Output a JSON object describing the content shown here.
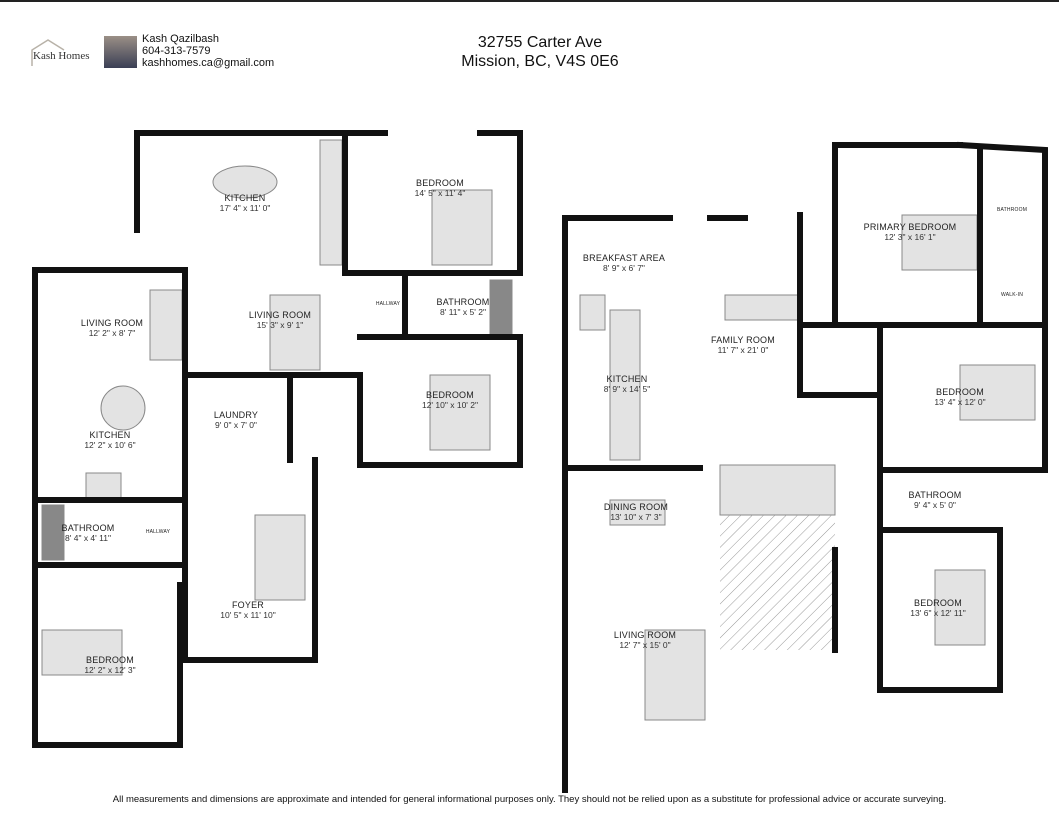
{
  "header": {
    "logo_text": "Kash Homes",
    "agent_name": "Kash Qazilbash",
    "agent_phone": "604-313-7579",
    "agent_email": "kashhomes.ca@gmail.com",
    "address_line1": "32755 Carter Ave",
    "address_line2": "Mission, BC, V4S 0E6"
  },
  "rooms": [
    {
      "name": "KITCHEN",
      "dims": "17' 4\" x 11' 0\""
    },
    {
      "name": "BEDROOM",
      "dims": "14' 5\" x 11' 4\""
    },
    {
      "name": "BATHROOM",
      "dims": "8' 11\" x 5' 2\""
    },
    {
      "name": "HALLWAY",
      "dims": ""
    },
    {
      "name": "LIVING ROOM",
      "dims": "15' 3\" x 9' 1\""
    },
    {
      "name": "LIVING ROOM",
      "dims": "12' 2\" x 8' 7\""
    },
    {
      "name": "KITCHEN",
      "dims": "12' 2\" x 10' 6\""
    },
    {
      "name": "LAUNDRY",
      "dims": "9' 0\" x 7' 0\""
    },
    {
      "name": "BEDROOM",
      "dims": "12' 10\" x 10' 2\""
    },
    {
      "name": "BATHROOM",
      "dims": "8' 4\" x 4' 11\""
    },
    {
      "name": "HALLWAY",
      "dims": ""
    },
    {
      "name": "FOYER",
      "dims": "10' 5\" x 11' 10\""
    },
    {
      "name": "BEDROOM",
      "dims": "12' 2\" x 12' 3\""
    },
    {
      "name": "BREAKFAST AREA",
      "dims": "8' 9\" x 6' 7\""
    },
    {
      "name": "FAMILY ROOM",
      "dims": "11' 7\" x 21' 0\""
    },
    {
      "name": "KITCHEN",
      "dims": "8' 9\" x 14' 5\""
    },
    {
      "name": "PRIMARY BEDROOM",
      "dims": "12' 3\" x 16' 1\""
    },
    {
      "name": "BATHROOM",
      "dims": ""
    },
    {
      "name": "WALK-IN",
      "dims": ""
    },
    {
      "name": "BEDROOM",
      "dims": "13' 4\" x 12' 0\""
    },
    {
      "name": "BATHROOM",
      "dims": "9' 4\" x 5' 0\""
    },
    {
      "name": "DINING ROOM",
      "dims": "13' 10\" x 7' 3\""
    },
    {
      "name": "BEDROOM",
      "dims": "13' 6\" x 12' 11\""
    },
    {
      "name": "LIVING ROOM",
      "dims": "12' 7\" x 15' 0\""
    }
  ],
  "disclaimer": "All measurements and dimensions are approximate and intended for general informational purposes only. They should not be relied upon as a substitute for professional advice or accurate surveying."
}
